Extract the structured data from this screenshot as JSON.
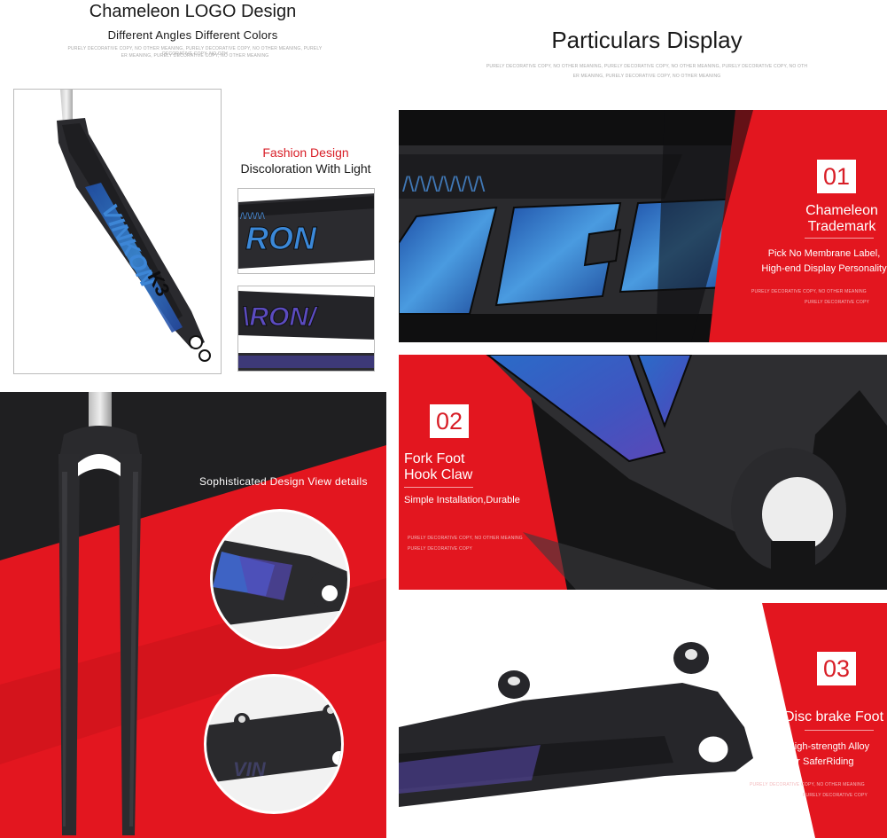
{
  "left_header": {
    "title": "Chameleon LOGO Design",
    "subtitle": "Different Angles  Different Colors",
    "fine_print_1": "PURELY DECORATIVE COPY, NO OTHER MEANING, PURELY DECORATIVE COPY, NO OTHER MEANING, PURELY DECORATIVE COPY, NO OTH",
    "fine_print_2": "ER MEANING, PURELY DECORATIVE COPY, NO OTHER MEANING"
  },
  "right_header": {
    "title": "Particulars Display",
    "fine_print_1": "PURELY DECORATIVE COPY, NO OTHER MEANING, PURELY DECORATIVE COPY, NO OTHER MEANING, PURELY DECORATIVE COPY, NO OTH",
    "fine_print_2": "ER MEANING, PURELY DECORATIVE COPY, NO OTHER MEANING"
  },
  "fashion": {
    "label_red": "Fashion Design",
    "label_black": "Discoloration With Light"
  },
  "sophisticated": "Sophisticated  Design  View details",
  "features": [
    {
      "number": "01",
      "title_line1": "Chameleon",
      "title_line2": "Trademark",
      "desc_line1": "Pick No Membrane Label,",
      "desc_line2": "High-end Display Personality",
      "fine_1": "PURELY DECORATIVE COPY, NO OTHER MEANING",
      "fine_2": "PURELY DECORATIVE COPY"
    },
    {
      "number": "02",
      "title_line1": "Fork Foot",
      "title_line2": "Hook Claw",
      "desc_line1": "Simple Installation,Durable",
      "fine_1": "PURELY DECORATIVE COPY, NO OTHER MEANING",
      "fine_2": "PURELY DECORATIVE COPY"
    },
    {
      "number": "03",
      "title_line1": "Disc brake Foot",
      "desc_line1": "High-strength Alloy",
      "desc_line2": "For SaferRiding",
      "fine_1": "PURELY DECORATIVE COPY, NO OTHER MEANING",
      "fine_2": "PURELY DECORATIVE COPY"
    }
  ],
  "colors": {
    "accent_red": "#d81e27",
    "dark": "#111111",
    "fork_black": "#232326",
    "chameleon_blue": "#2f7fd0",
    "chameleon_purple": "#5a48b8"
  },
  "icons": {
    "fork_photo": "bike-fork-image",
    "detail_photo": "fork-detail-image"
  }
}
